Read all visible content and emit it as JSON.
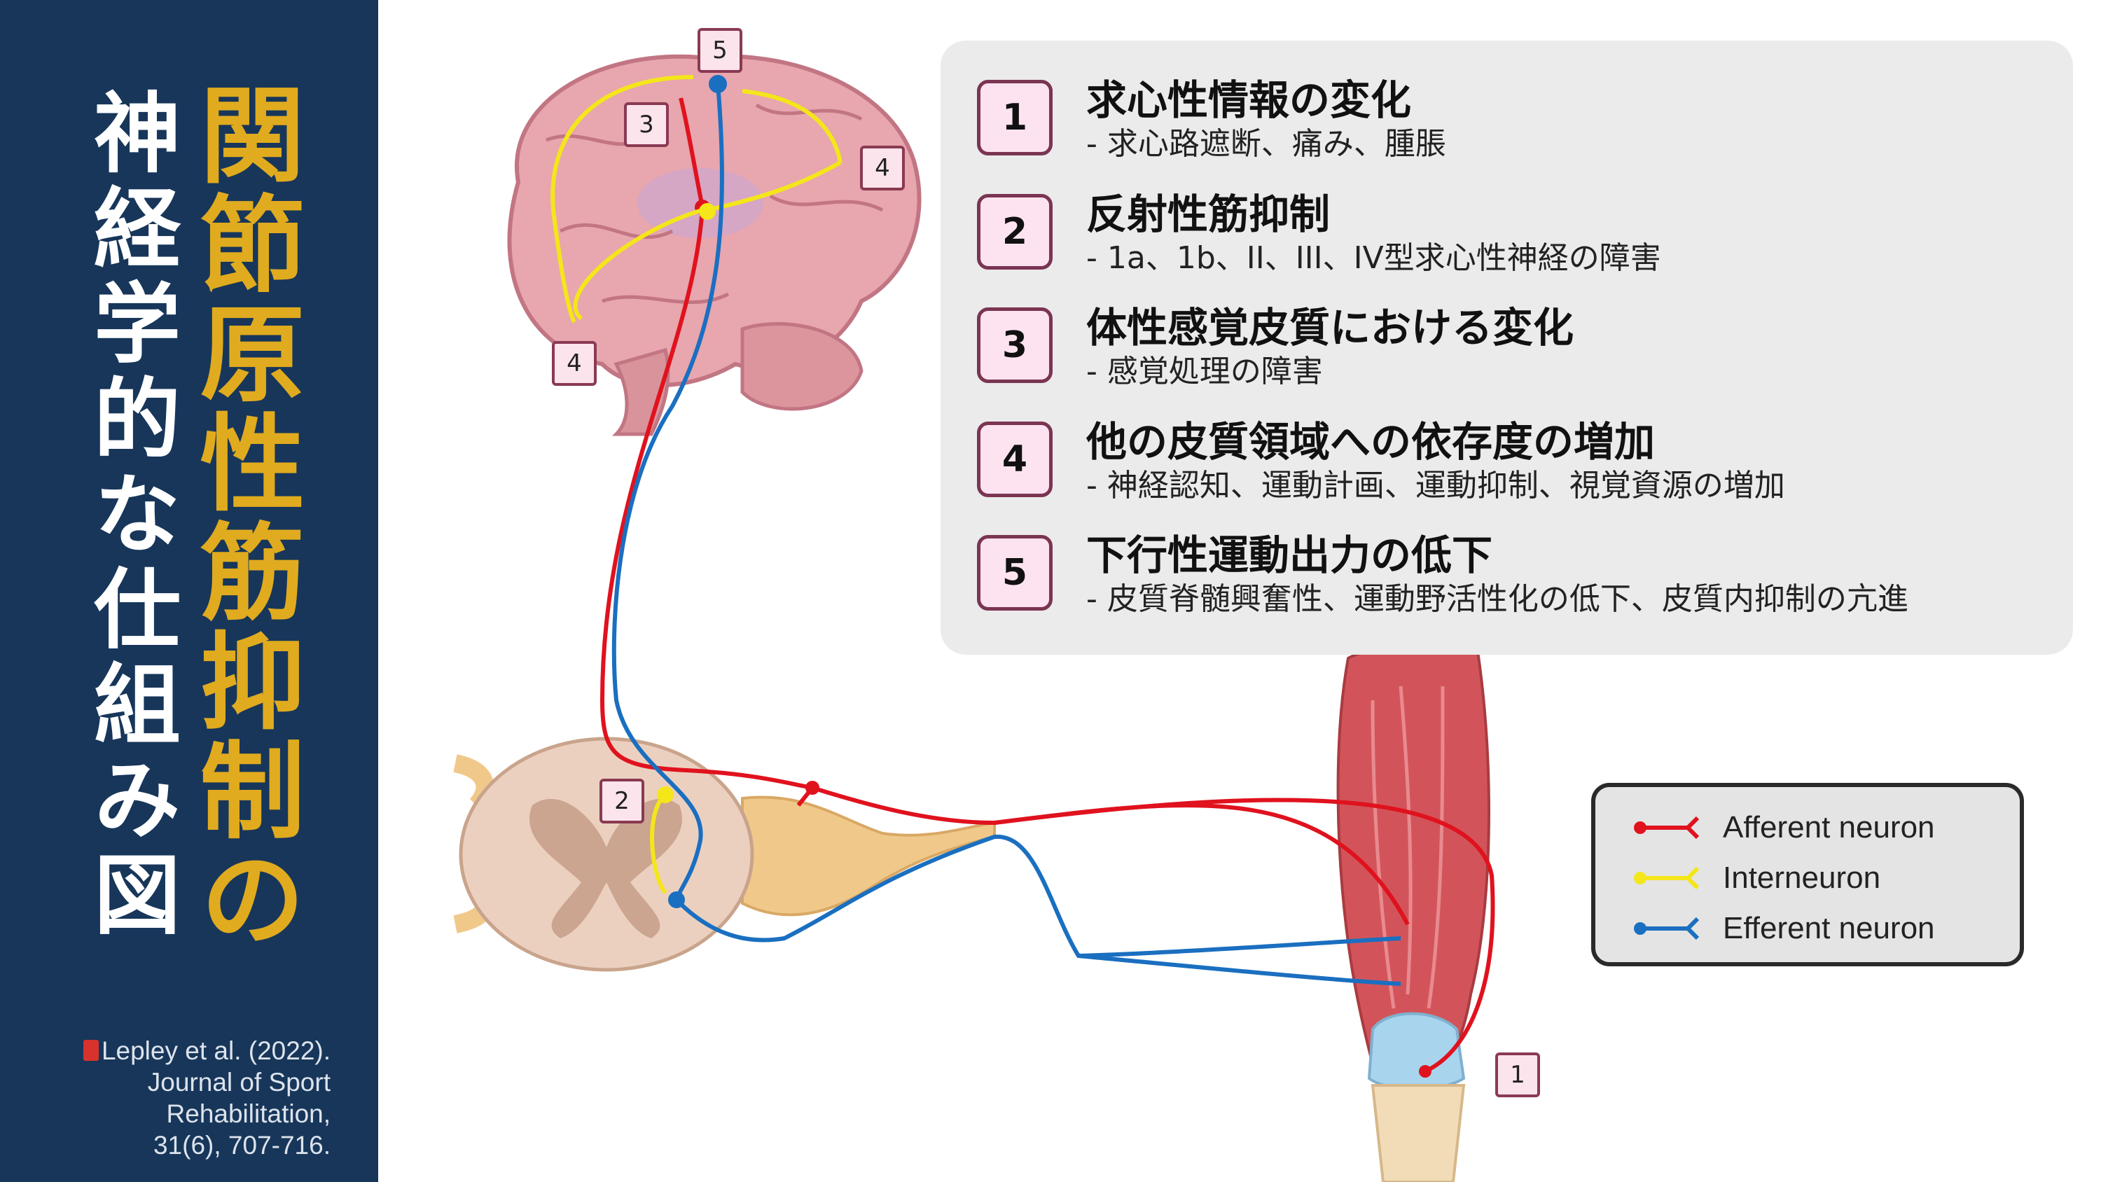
{
  "title": {
    "main": "関節原性筋抑制の",
    "sub": "神経学的な仕組み図"
  },
  "citation": {
    "line1": "Lepley et al. (2022).",
    "line2": "Journal of Sport",
    "line3": "Rehabilitation,",
    "line4": "31(6), 707-716.",
    "icon": "book-icon"
  },
  "items": [
    {
      "num": "1",
      "title": "求心性情報の変化",
      "desc": "- 求心路遮断、痛み、腫脹"
    },
    {
      "num": "2",
      "title": "反射性筋抑制",
      "desc": "- 1a、1b、II、III、IV型求心性神経の障害"
    },
    {
      "num": "3",
      "title": "体性感覚皮質における変化",
      "desc": "- 感覚処理の障害"
    },
    {
      "num": "4",
      "title": "他の皮質領域への依存度の増加",
      "desc": "- 神経認知、運動計画、運動抑制、視覚資源の増加"
    },
    {
      "num": "5",
      "title": "下行性運動出力の低下",
      "desc": "- 皮質脊髄興奮性、運動野活性化の低下、皮質内抑制の亢進"
    }
  ],
  "legend": [
    {
      "label": "Afferent neuron",
      "color": "#e0121e"
    },
    {
      "label": "Interneuron",
      "color": "#f4e61a"
    },
    {
      "label": "Efferent neuron",
      "color": "#1a6fc0"
    }
  ],
  "diagram_labels": {
    "five": "5",
    "three": "3",
    "four_a": "4",
    "four_b": "4",
    "two": "2",
    "one": "1"
  },
  "colors": {
    "navy": "#17365a",
    "gold": "#e0ab1e"
  }
}
